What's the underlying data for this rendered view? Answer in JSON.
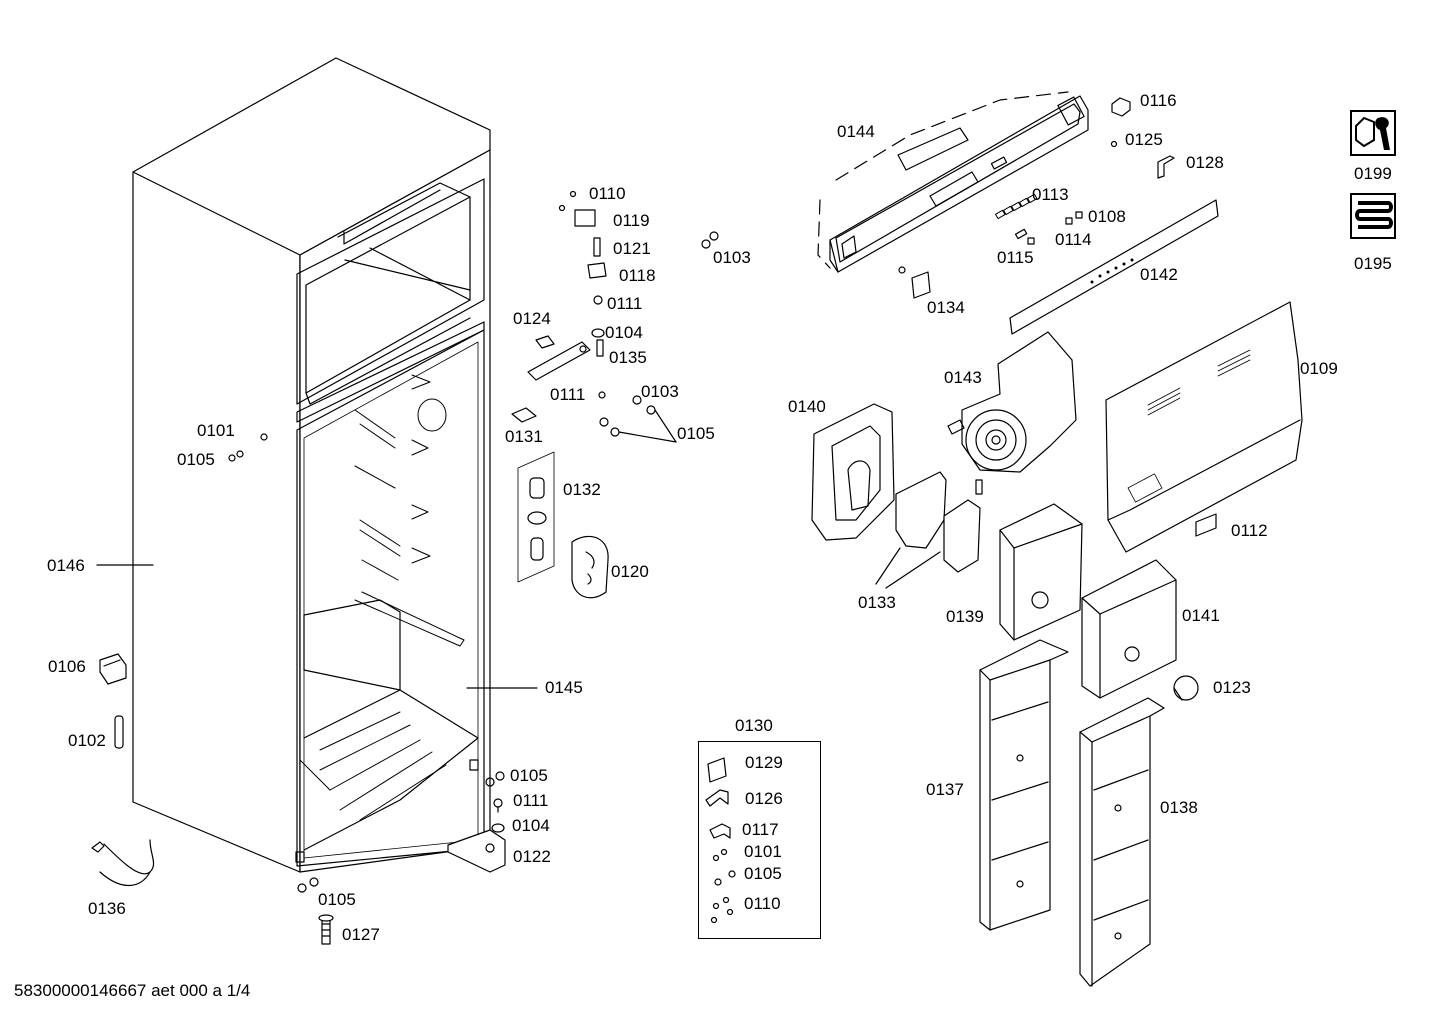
{
  "diagram": {
    "document_id": "58300000146667 aet 000 a 1/4",
    "kit_label": "0130",
    "parts": [
      {
        "id": "0101",
        "text": "0101"
      },
      {
        "id": "0105a",
        "text": "0105"
      },
      {
        "id": "0146",
        "text": "0146"
      },
      {
        "id": "0106",
        "text": "0106"
      },
      {
        "id": "0102",
        "text": "0102"
      },
      {
        "id": "0136",
        "text": "0136"
      },
      {
        "id": "0105b",
        "text": "0105"
      },
      {
        "id": "0127",
        "text": "0127"
      },
      {
        "id": "0145",
        "text": "0145"
      },
      {
        "id": "0105c",
        "text": "0105"
      },
      {
        "id": "0111a",
        "text": "0111"
      },
      {
        "id": "0104a",
        "text": "0104"
      },
      {
        "id": "0122",
        "text": "0122"
      },
      {
        "id": "0110a",
        "text": "0110"
      },
      {
        "id": "0119",
        "text": "0119"
      },
      {
        "id": "0121",
        "text": "0121"
      },
      {
        "id": "0118",
        "text": "0118"
      },
      {
        "id": "0111b",
        "text": "0111"
      },
      {
        "id": "0104b",
        "text": "0104"
      },
      {
        "id": "0135",
        "text": "0135"
      },
      {
        "id": "0124",
        "text": "0124"
      },
      {
        "id": "0103a",
        "text": "0103"
      },
      {
        "id": "0111c",
        "text": "0111"
      },
      {
        "id": "0103b",
        "text": "0103"
      },
      {
        "id": "0105d",
        "text": "0105"
      },
      {
        "id": "0131",
        "text": "0131"
      },
      {
        "id": "0132",
        "text": "0132"
      },
      {
        "id": "0120",
        "text": "0120"
      },
      {
        "id": "0129",
        "text": "0129"
      },
      {
        "id": "0126",
        "text": "0126"
      },
      {
        "id": "0117",
        "text": "0117"
      },
      {
        "id": "0101b",
        "text": "0101"
      },
      {
        "id": "0105e",
        "text": "0105"
      },
      {
        "id": "0110b",
        "text": "0110"
      },
      {
        "id": "0144",
        "text": "0144"
      },
      {
        "id": "0116",
        "text": "0116"
      },
      {
        "id": "0125",
        "text": "0125"
      },
      {
        "id": "0128",
        "text": "0128"
      },
      {
        "id": "0113",
        "text": "0113"
      },
      {
        "id": "0108",
        "text": "0108"
      },
      {
        "id": "0114",
        "text": "0114"
      },
      {
        "id": "0115",
        "text": "0115"
      },
      {
        "id": "0142",
        "text": "0142"
      },
      {
        "id": "0134",
        "text": "0134"
      },
      {
        "id": "0143",
        "text": "0143"
      },
      {
        "id": "0140",
        "text": "0140"
      },
      {
        "id": "0109",
        "text": "0109"
      },
      {
        "id": "0112",
        "text": "0112"
      },
      {
        "id": "0133",
        "text": "0133"
      },
      {
        "id": "0139",
        "text": "0139"
      },
      {
        "id": "0141",
        "text": "0141"
      },
      {
        "id": "0123",
        "text": "0123"
      },
      {
        "id": "0137",
        "text": "0137"
      },
      {
        "id": "0138",
        "text": "0138"
      },
      {
        "id": "0199",
        "text": "0199"
      },
      {
        "id": "0195",
        "text": "0195"
      }
    ],
    "service_icons": [
      {
        "id": "0199",
        "icon": "wrench-nut-icon"
      },
      {
        "id": "0195",
        "icon": "refrigerant-coil-icon"
      }
    ]
  }
}
